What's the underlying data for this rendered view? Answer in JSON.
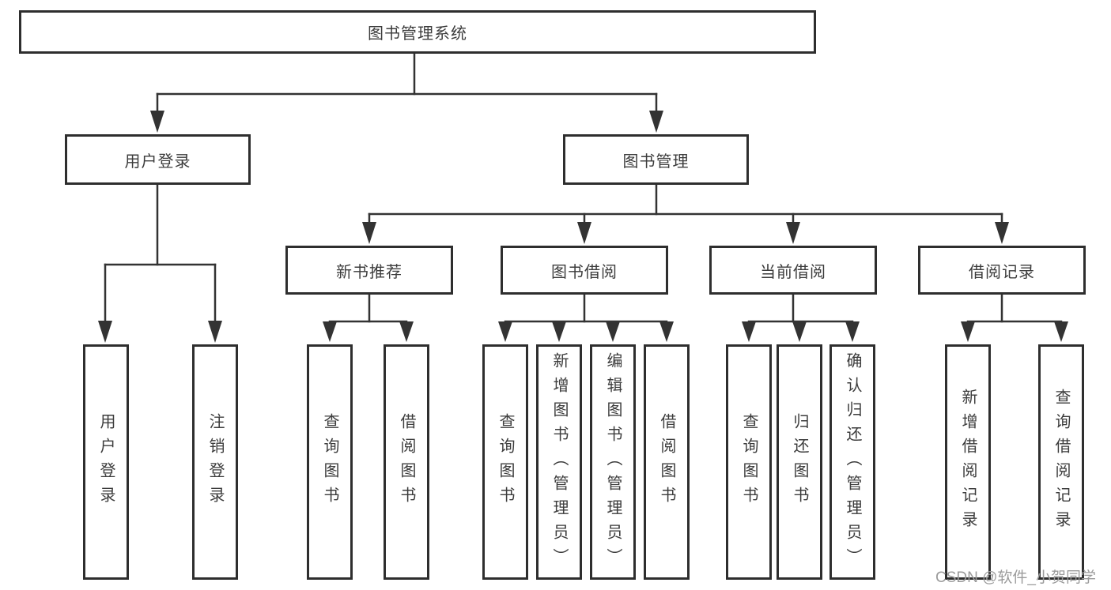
{
  "diagram": {
    "root": "图书管理系统",
    "level2": [
      "用户登录",
      "图书管理"
    ],
    "level3": [
      "新书推荐",
      "图书借阅",
      "当前借阅",
      "借阅记录"
    ],
    "leaves": {
      "user_login": [
        "用户登录",
        "注销登录"
      ],
      "new_book": [
        "查询图书",
        "借阅图书"
      ],
      "book_borrow": [
        "查询图书",
        "新增图书（管理员）",
        "编辑图书（管理员）",
        "借阅图书"
      ],
      "current_borrow": [
        "查询图书",
        "归还图书",
        "确认归还（管理员）"
      ],
      "borrow_record": [
        "新增借阅记录",
        "查询借阅记录"
      ]
    }
  },
  "watermark": "CSDN @软件_小贺同学",
  "colors": {
    "line": "#333333",
    "border": "#2e2e2e",
    "text": "#3c3c3c",
    "background": "#ffffff",
    "watermark_text": "#9b9b9b"
  }
}
